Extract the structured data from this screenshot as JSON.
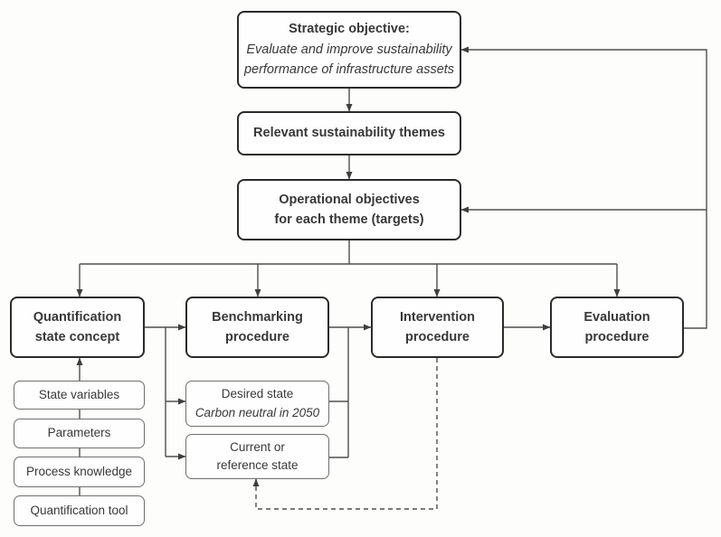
{
  "diagram": {
    "colors": {
      "background": "#fdfdfb",
      "thick_border": "#2b2b2b",
      "thin_border": "#6f6f6f",
      "connector_line": "#4f4f4f",
      "text": "#383838"
    },
    "nodes": {
      "strategic_objective": {
        "title": "Strategic objective:",
        "subtitle_line1": "Evaluate and improve sustainability",
        "subtitle_line2": "performance of infrastructure assets"
      },
      "sustainability_themes": {
        "label": "Relevant sustainability themes"
      },
      "operational_objectives": {
        "line1": "Operational objectives",
        "line2": "for each theme (targets)"
      },
      "quantification_state_concept": {
        "line1": "Quantification",
        "line2": "state concept"
      },
      "benchmarking_procedure": {
        "line1": "Benchmarking",
        "line2": "procedure"
      },
      "intervention_procedure": {
        "line1": "Intervention",
        "line2": "procedure"
      },
      "evaluation_procedure": {
        "line1": "Evaluation",
        "line2": "procedure"
      },
      "state_variables": {
        "label": "State variables"
      },
      "parameters": {
        "label": "Parameters"
      },
      "process_knowledge": {
        "label": "Process knowledge"
      },
      "quantification_tool": {
        "label": "Quantification tool"
      },
      "desired_state": {
        "line1": "Desired state",
        "line2": "Carbon neutral in 2050"
      },
      "current_reference_state": {
        "line1": "Current or",
        "line2": "reference state"
      }
    }
  }
}
